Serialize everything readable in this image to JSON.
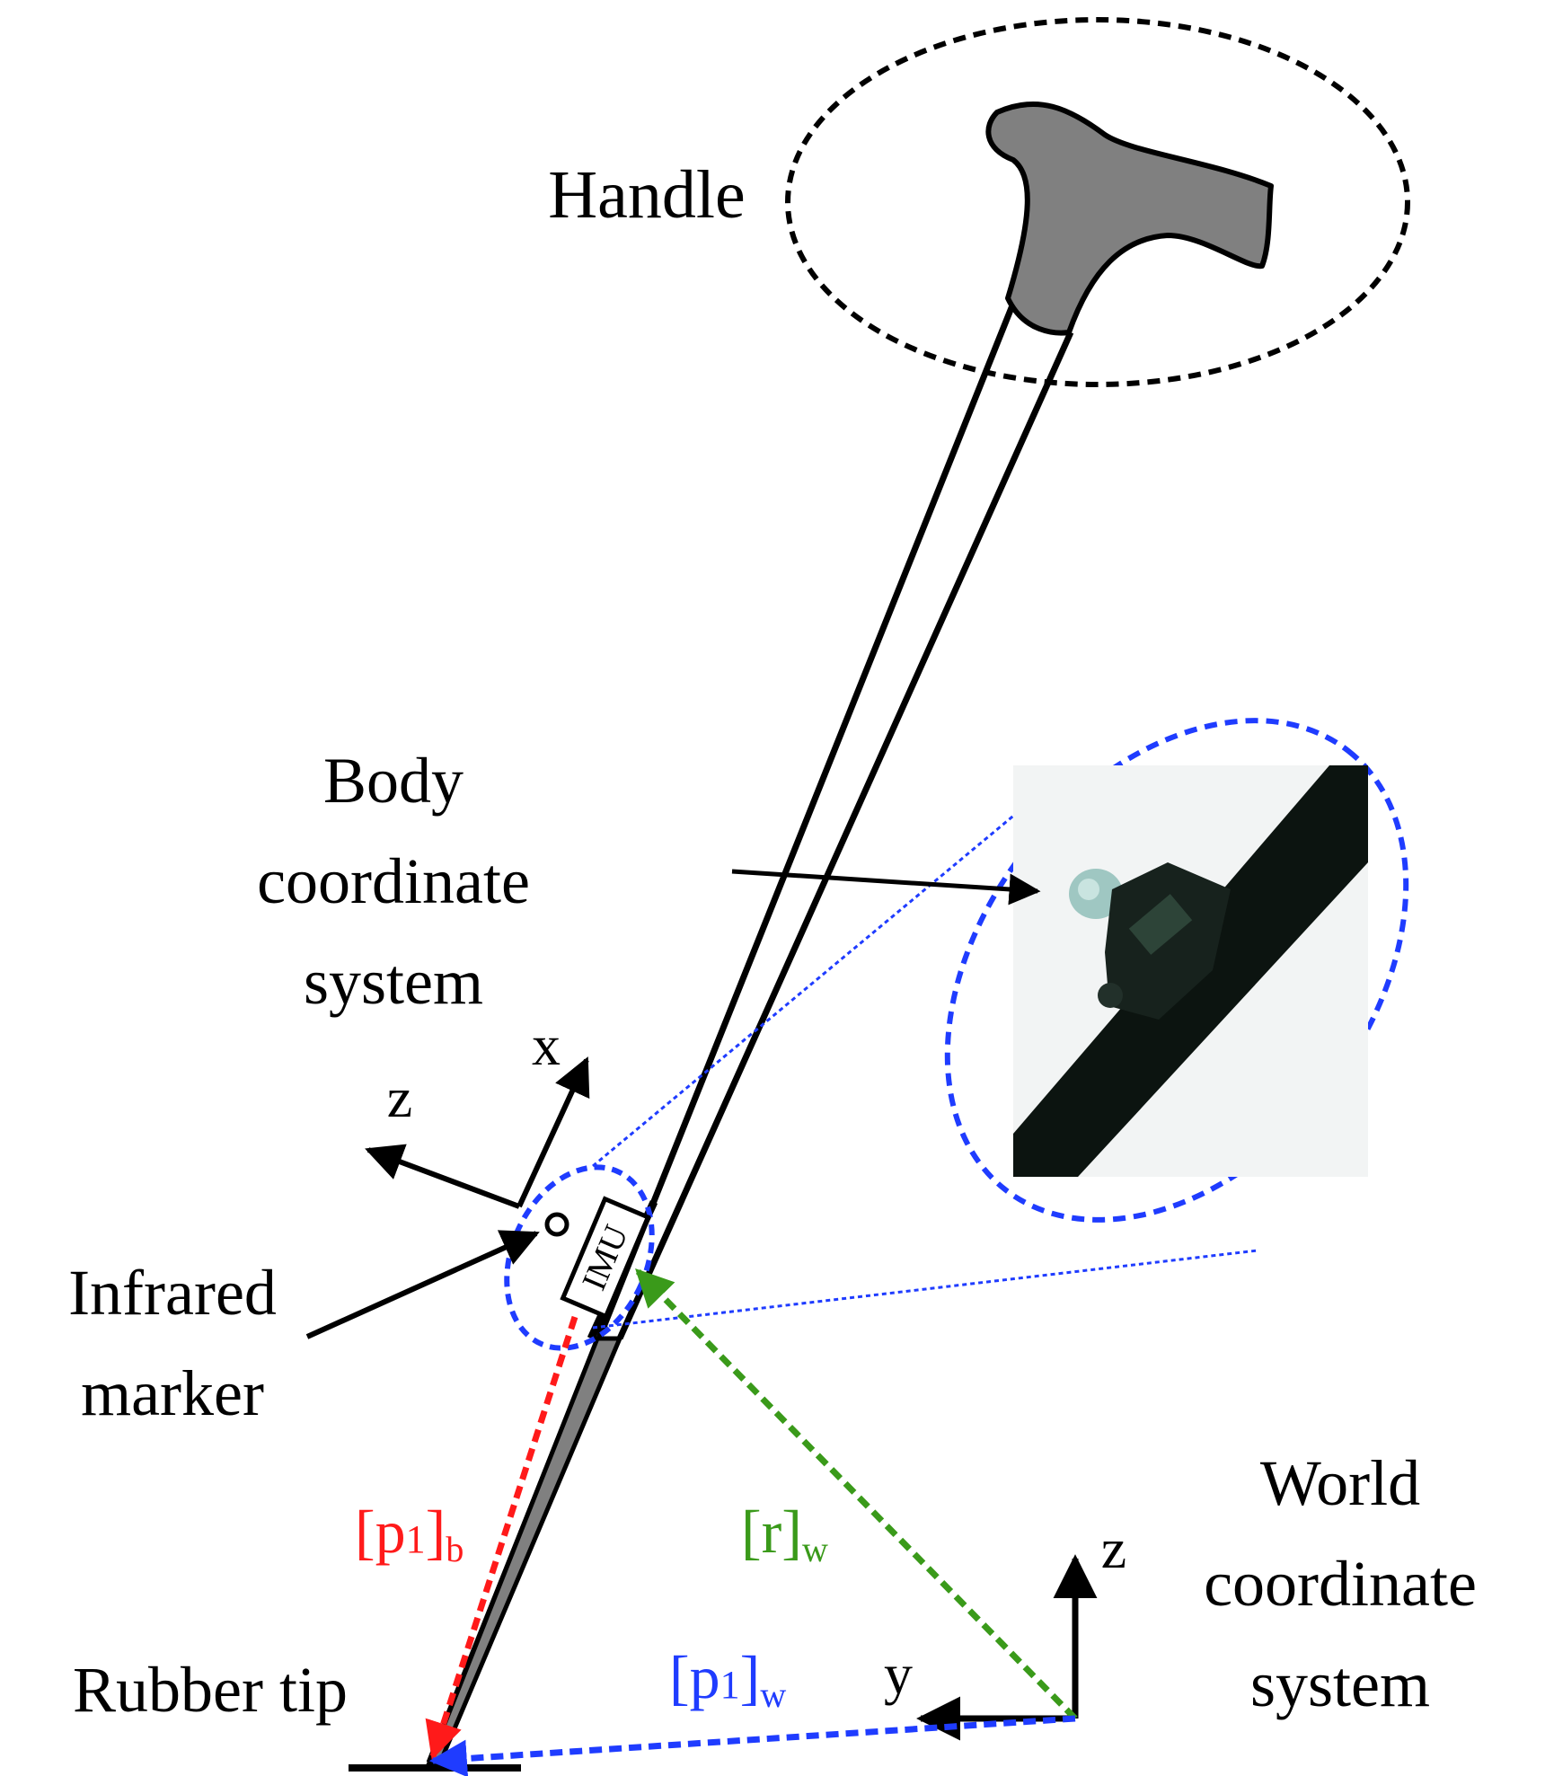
{
  "labels": {
    "handle": "Handle",
    "body_line1": "Body",
    "body_line2": "coordinate",
    "body_line3": "system",
    "infrared_line1": "Infrared",
    "infrared_line2": "marker",
    "rubber_tip": "Rubber tip",
    "world_line1": "World",
    "world_line2": "coordinate",
    "world_line3": "system",
    "imu": "IMU"
  },
  "axes": {
    "body_x": "x",
    "body_z": "z",
    "world_z": "z",
    "world_y": "y"
  },
  "vectors": {
    "p1_b": {
      "base": "[p",
      "sub1": "1",
      "close": "]",
      "sub2": "b",
      "color": "#ff1a1a"
    },
    "r_w": {
      "base": "[r]",
      "sub2": "w",
      "color": "#3a9a1a"
    },
    "p1_w": {
      "base": "[p",
      "sub1": "1",
      "close": "]",
      "sub2": "w",
      "color": "#1f3cff"
    }
  },
  "colors": {
    "ink": "#000000",
    "handle_fill": "#808080",
    "tip_fill": "#808080",
    "zoom_blue": "#1f3cff"
  }
}
